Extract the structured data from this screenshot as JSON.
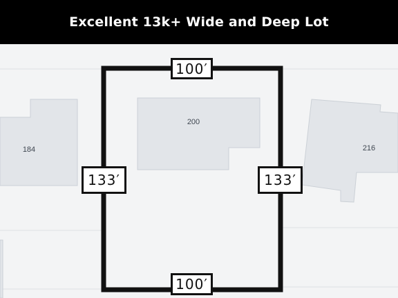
{
  "banner": {
    "title": "Excellent 13k+ Wide and Deep Lot"
  },
  "map": {
    "parcels": [
      {
        "number": "184"
      },
      {
        "number": "200"
      },
      {
        "number": "216"
      }
    ],
    "dimensions": {
      "top": "100′",
      "bottom": "100′",
      "left": "133′",
      "right": "133′"
    },
    "colors": {
      "background": "#f3f4f5",
      "building": "#e2e5e9",
      "building_stroke": "#c8ccd2",
      "lot_outline": "#111111"
    }
  }
}
